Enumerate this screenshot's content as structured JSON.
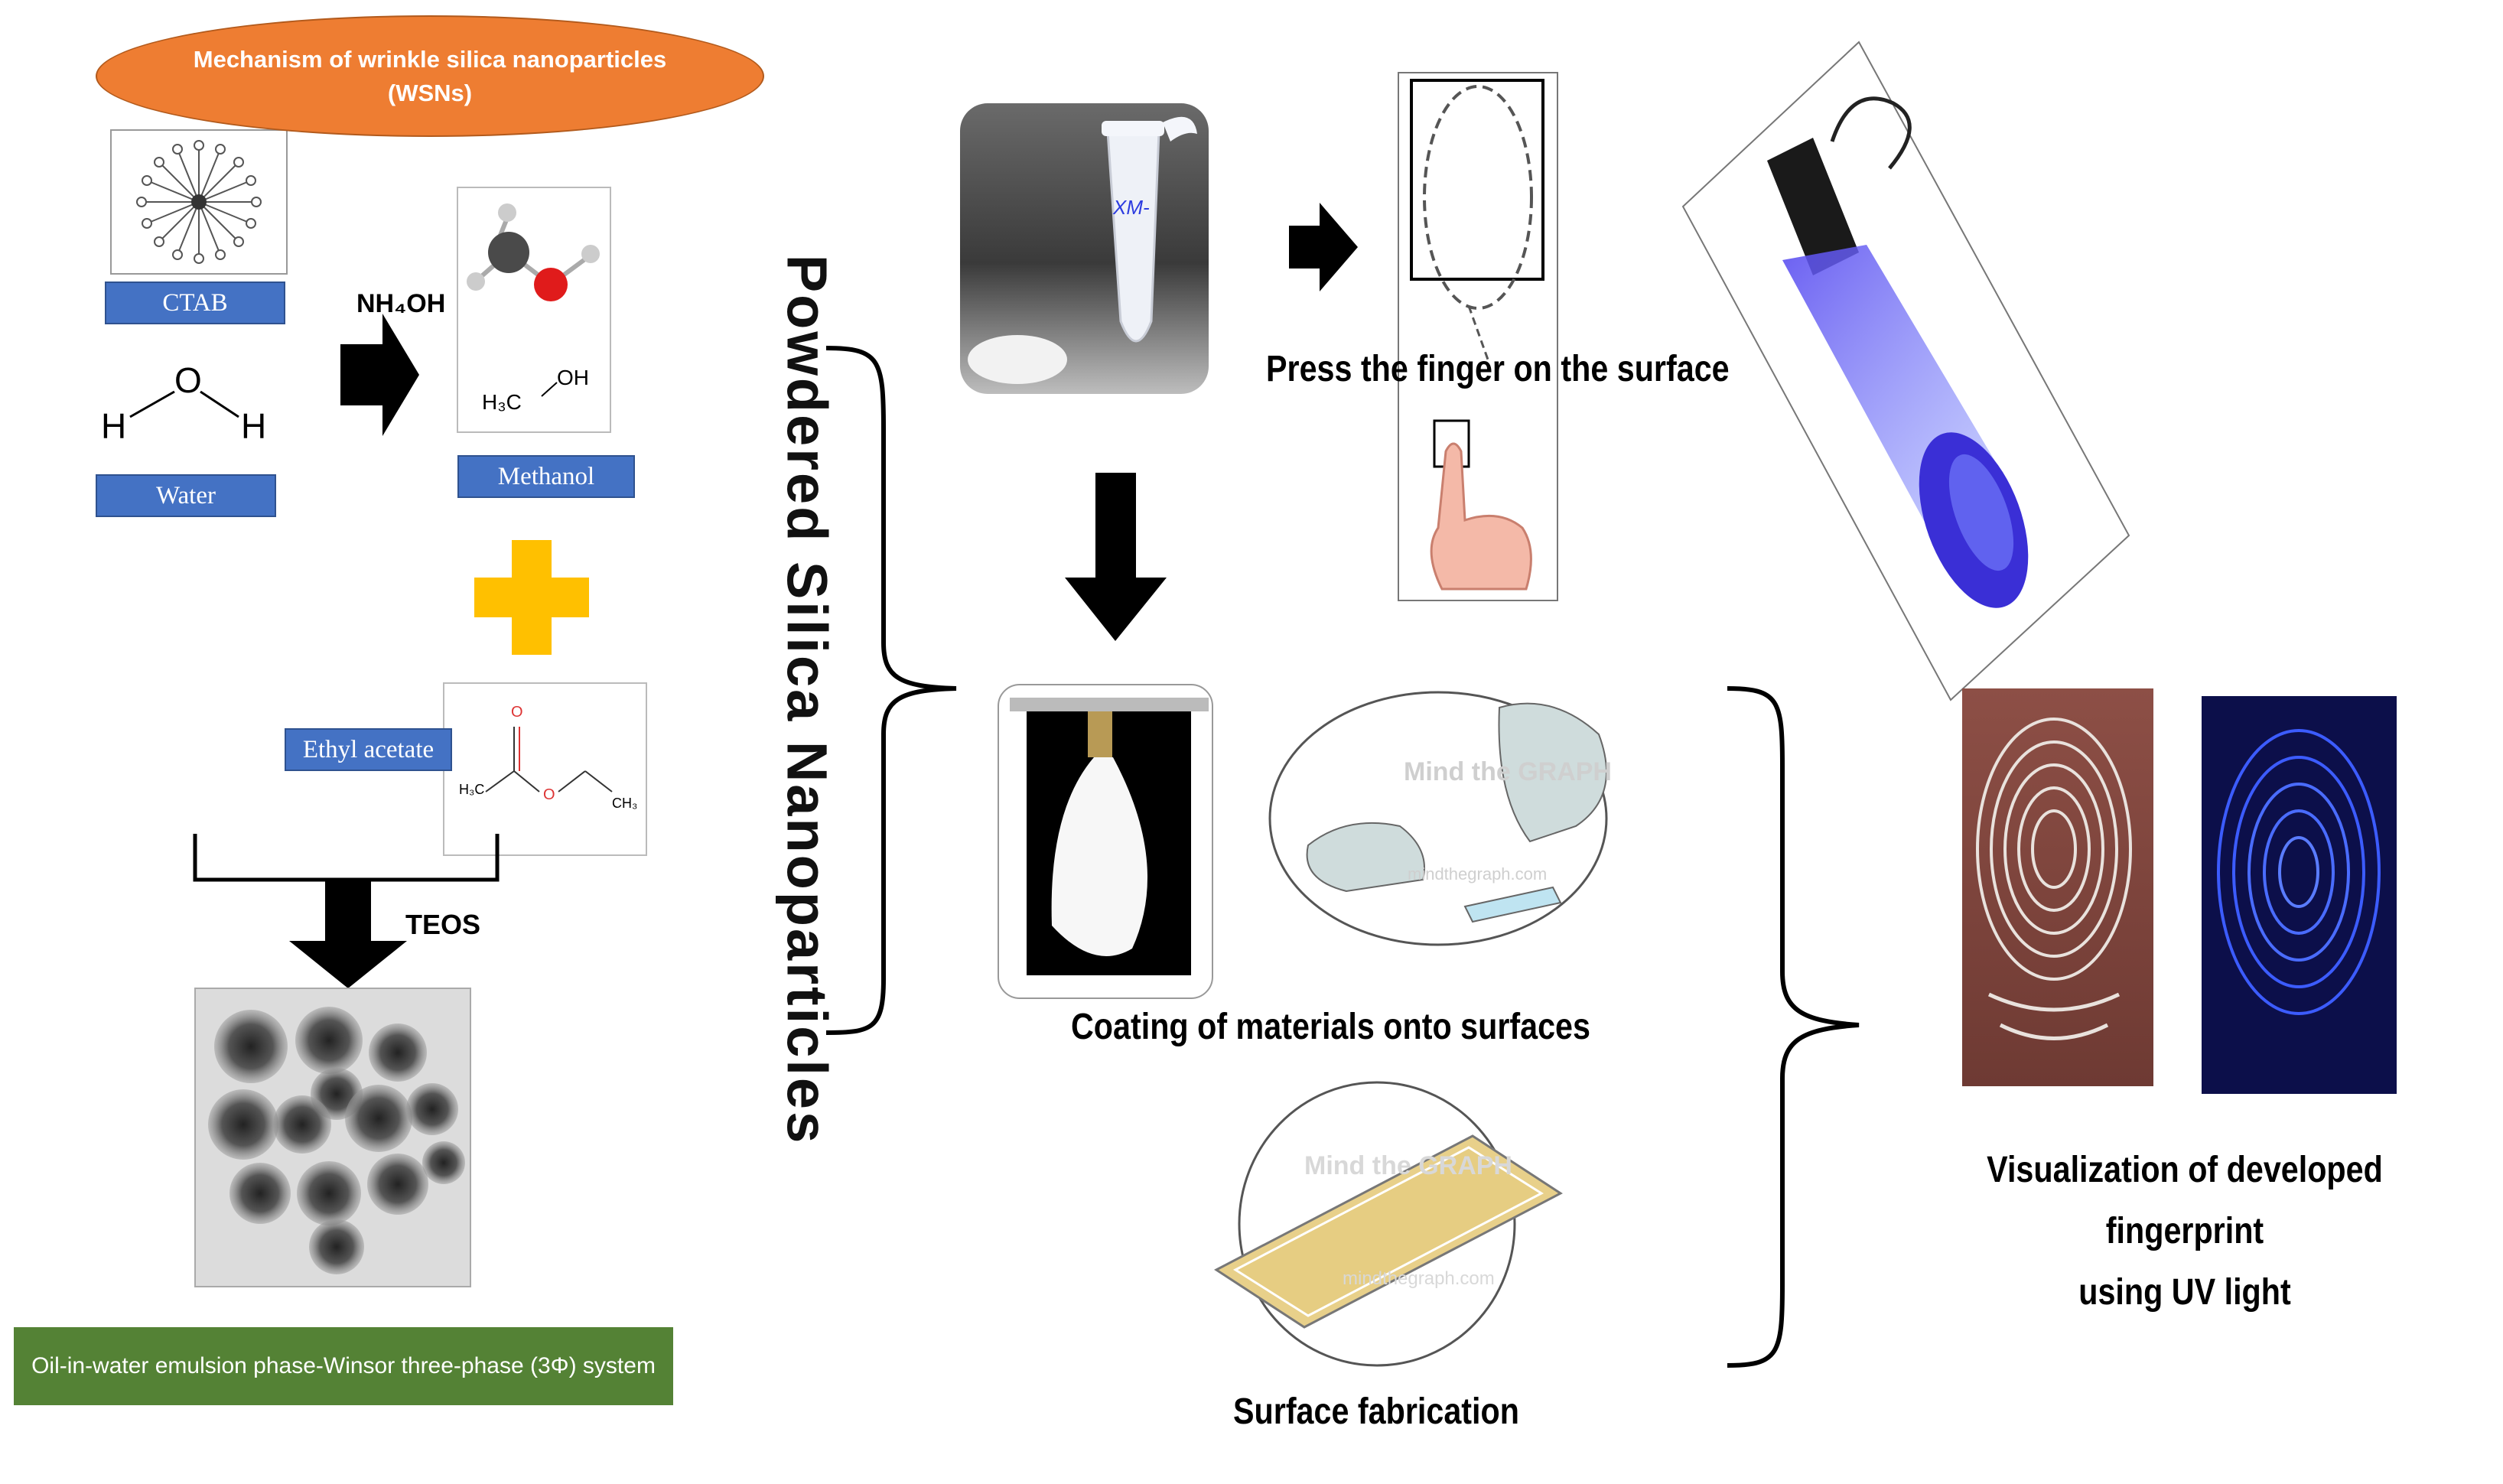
{
  "mechanism": {
    "title_line1": "Mechanism of wrinkle silica nanoparticles",
    "title_line2": "(WSNs)",
    "ctab_label": "CTAB",
    "water_label": "Water",
    "water_atoms": [
      "H",
      "O",
      "H"
    ],
    "reagent_arrow_label": "NH₄OH",
    "methanol_label": "Methanol",
    "methanol_formula": "H₃C",
    "methanol_oh": "OH",
    "ethyl_acetate_label": "Ethyl acetate",
    "ethyl_acetate_atoms": {
      "left": "H₃C",
      "right": "CH₃",
      "carbonyl_o": "O",
      "ester_o": "O"
    },
    "teos_label": "TEOS",
    "system_label": "Oil-in-water emulsion phase-Winsor three-phase (3Φ) system"
  },
  "center": {
    "vertical_title": "Powdered Silica Nanoparticles",
    "tube_label": "XM-"
  },
  "steps": {
    "press_caption": "Press the finger on the surface",
    "coating_caption": "Coating of materials onto surfaces",
    "fabrication_caption": "Surface fabrication",
    "visualization_line1": "Visualization of developed fingerprint",
    "visualization_line2": "using UV light",
    "watermark_1": "Mind the GRAPH",
    "watermark_1_url": "mindthegraph.com",
    "watermark_2": "Mind the GRAPH",
    "watermark_2_url": "mindthegraph.com"
  },
  "colors": {
    "orange": "#ee7d32",
    "blue_label": "#4472c4",
    "green_label": "#548235",
    "plus_yellow": "#ffc000",
    "uv_blue": "#3a2fd6"
  },
  "icons": [
    "arrow-right-icon",
    "arrow-down-icon",
    "plus-icon",
    "brace-icon",
    "uv-flashlight-icon",
    "hand-icon"
  ]
}
